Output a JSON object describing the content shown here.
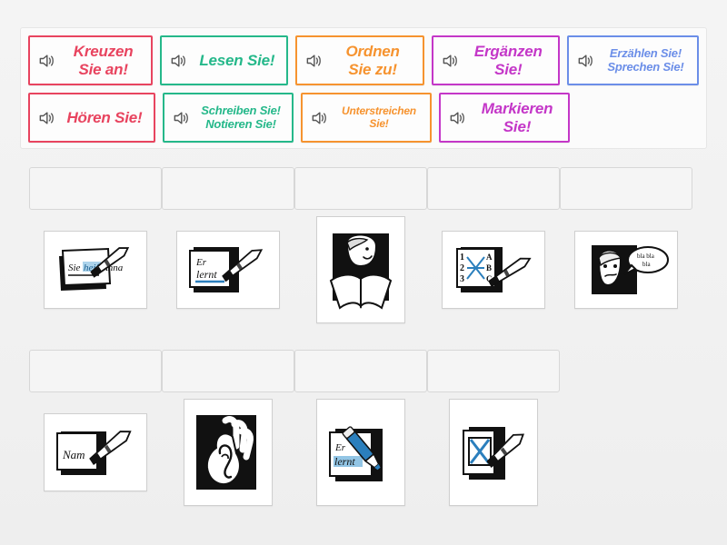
{
  "activity": {
    "type": "match-up",
    "title": "Match up"
  },
  "word_bank": {
    "rows": [
      [
        {
          "id": "kreuzen",
          "label": "Kreuzen\nSie an!",
          "color": "#e8445f",
          "audio_icon": "speaker-icon",
          "size": "lg"
        },
        {
          "id": "lesen",
          "label": "Lesen Sie!",
          "color": "#25b88a",
          "audio_icon": "speaker-icon",
          "size": "lg"
        },
        {
          "id": "ordnen",
          "label": "Ordnen\nSie zu!",
          "color": "#f6932f",
          "audio_icon": "speaker-icon",
          "size": "lg"
        },
        {
          "id": "ergaenzen",
          "label": "Ergänzen\nSie!",
          "color": "#c437c8",
          "audio_icon": "speaker-icon",
          "size": "lg"
        },
        {
          "id": "erzaehlen",
          "label": "Erzählen Sie!\nSprechen Sie!",
          "color": "#6b8ee8",
          "audio_icon": "speaker-icon",
          "size": "sm"
        }
      ],
      [
        {
          "id": "hoeren",
          "label": "Hören Sie!",
          "color": "#e8445f",
          "audio_icon": "speaker-icon",
          "size": "lg"
        },
        {
          "id": "schreiben",
          "label": "Schreiben Sie!\nNotieren Sie!",
          "color": "#25b88a",
          "audio_icon": "speaker-icon",
          "size": "sm"
        },
        {
          "id": "unterstr",
          "label": "Unterstreichen\nSie!",
          "color": "#f6932f",
          "audio_icon": "speaker-icon",
          "size": "xs"
        },
        {
          "id": "markieren",
          "label": "Markieren\nSie!",
          "color": "#c437c8",
          "audio_icon": "speaker-icon",
          "size": "lg"
        }
      ]
    ]
  },
  "answer_rows": [
    {
      "dropzones": [
        {
          "id": "dz-1",
          "value": ""
        },
        {
          "id": "dz-2",
          "value": ""
        },
        {
          "id": "dz-3",
          "value": ""
        },
        {
          "id": "dz-4",
          "value": ""
        },
        {
          "id": "dz-5",
          "value": ""
        }
      ],
      "cards": [
        {
          "id": "card-ergaenzen",
          "icon": "note-pen-sie-heisst-anna-icon",
          "alt": "Handwritten note reading 'Sie heiß Anna' with a pen, the word 'heiß' highlighted in blue",
          "shape": "wide"
        },
        {
          "id": "card-unterstreichen",
          "icon": "note-pen-er-lernt-underlined-icon",
          "alt": "Handwritten note 'Er lernt' underlined in blue with a pen",
          "shape": "wide"
        },
        {
          "id": "card-lesen",
          "icon": "person-reading-book-icon",
          "alt": "Person reading an open book",
          "shape": "tall"
        },
        {
          "id": "card-ordnen",
          "icon": "matching-numbers-letters-icon",
          "alt": "Worksheet matching 1 2 3 to A B C with blue lines and a pen",
          "shape": "wide"
        },
        {
          "id": "card-erzaehlen",
          "icon": "person-speech-bubble-icon",
          "alt": "Person with a speech bubble saying bla bla bla",
          "shape": "wide"
        }
      ]
    },
    {
      "dropzones": [
        {
          "id": "dz-6",
          "value": ""
        },
        {
          "id": "dz-7",
          "value": ""
        },
        {
          "id": "dz-8",
          "value": ""
        },
        {
          "id": "dz-9",
          "value": ""
        }
      ],
      "cards": [
        {
          "id": "card-schreiben",
          "icon": "note-pen-nam-icon",
          "alt": "Handwritten note reading 'Nam' with a pen",
          "shape": "wide"
        },
        {
          "id": "card-hoeren",
          "icon": "hand-cupped-ear-icon",
          "alt": "Hand cupped behind an ear",
          "shape": "wide"
        },
        {
          "id": "card-markieren",
          "icon": "note-highlighter-er-lernt-icon",
          "alt": "Note 'Er lernt' being highlighted with a blue marker",
          "shape": "wide"
        },
        {
          "id": "card-kreuzen",
          "icon": "checkbox-blue-x-pen-icon",
          "alt": "Checkbox with a blue X drawn by a pen",
          "shape": "wide"
        }
      ]
    }
  ]
}
